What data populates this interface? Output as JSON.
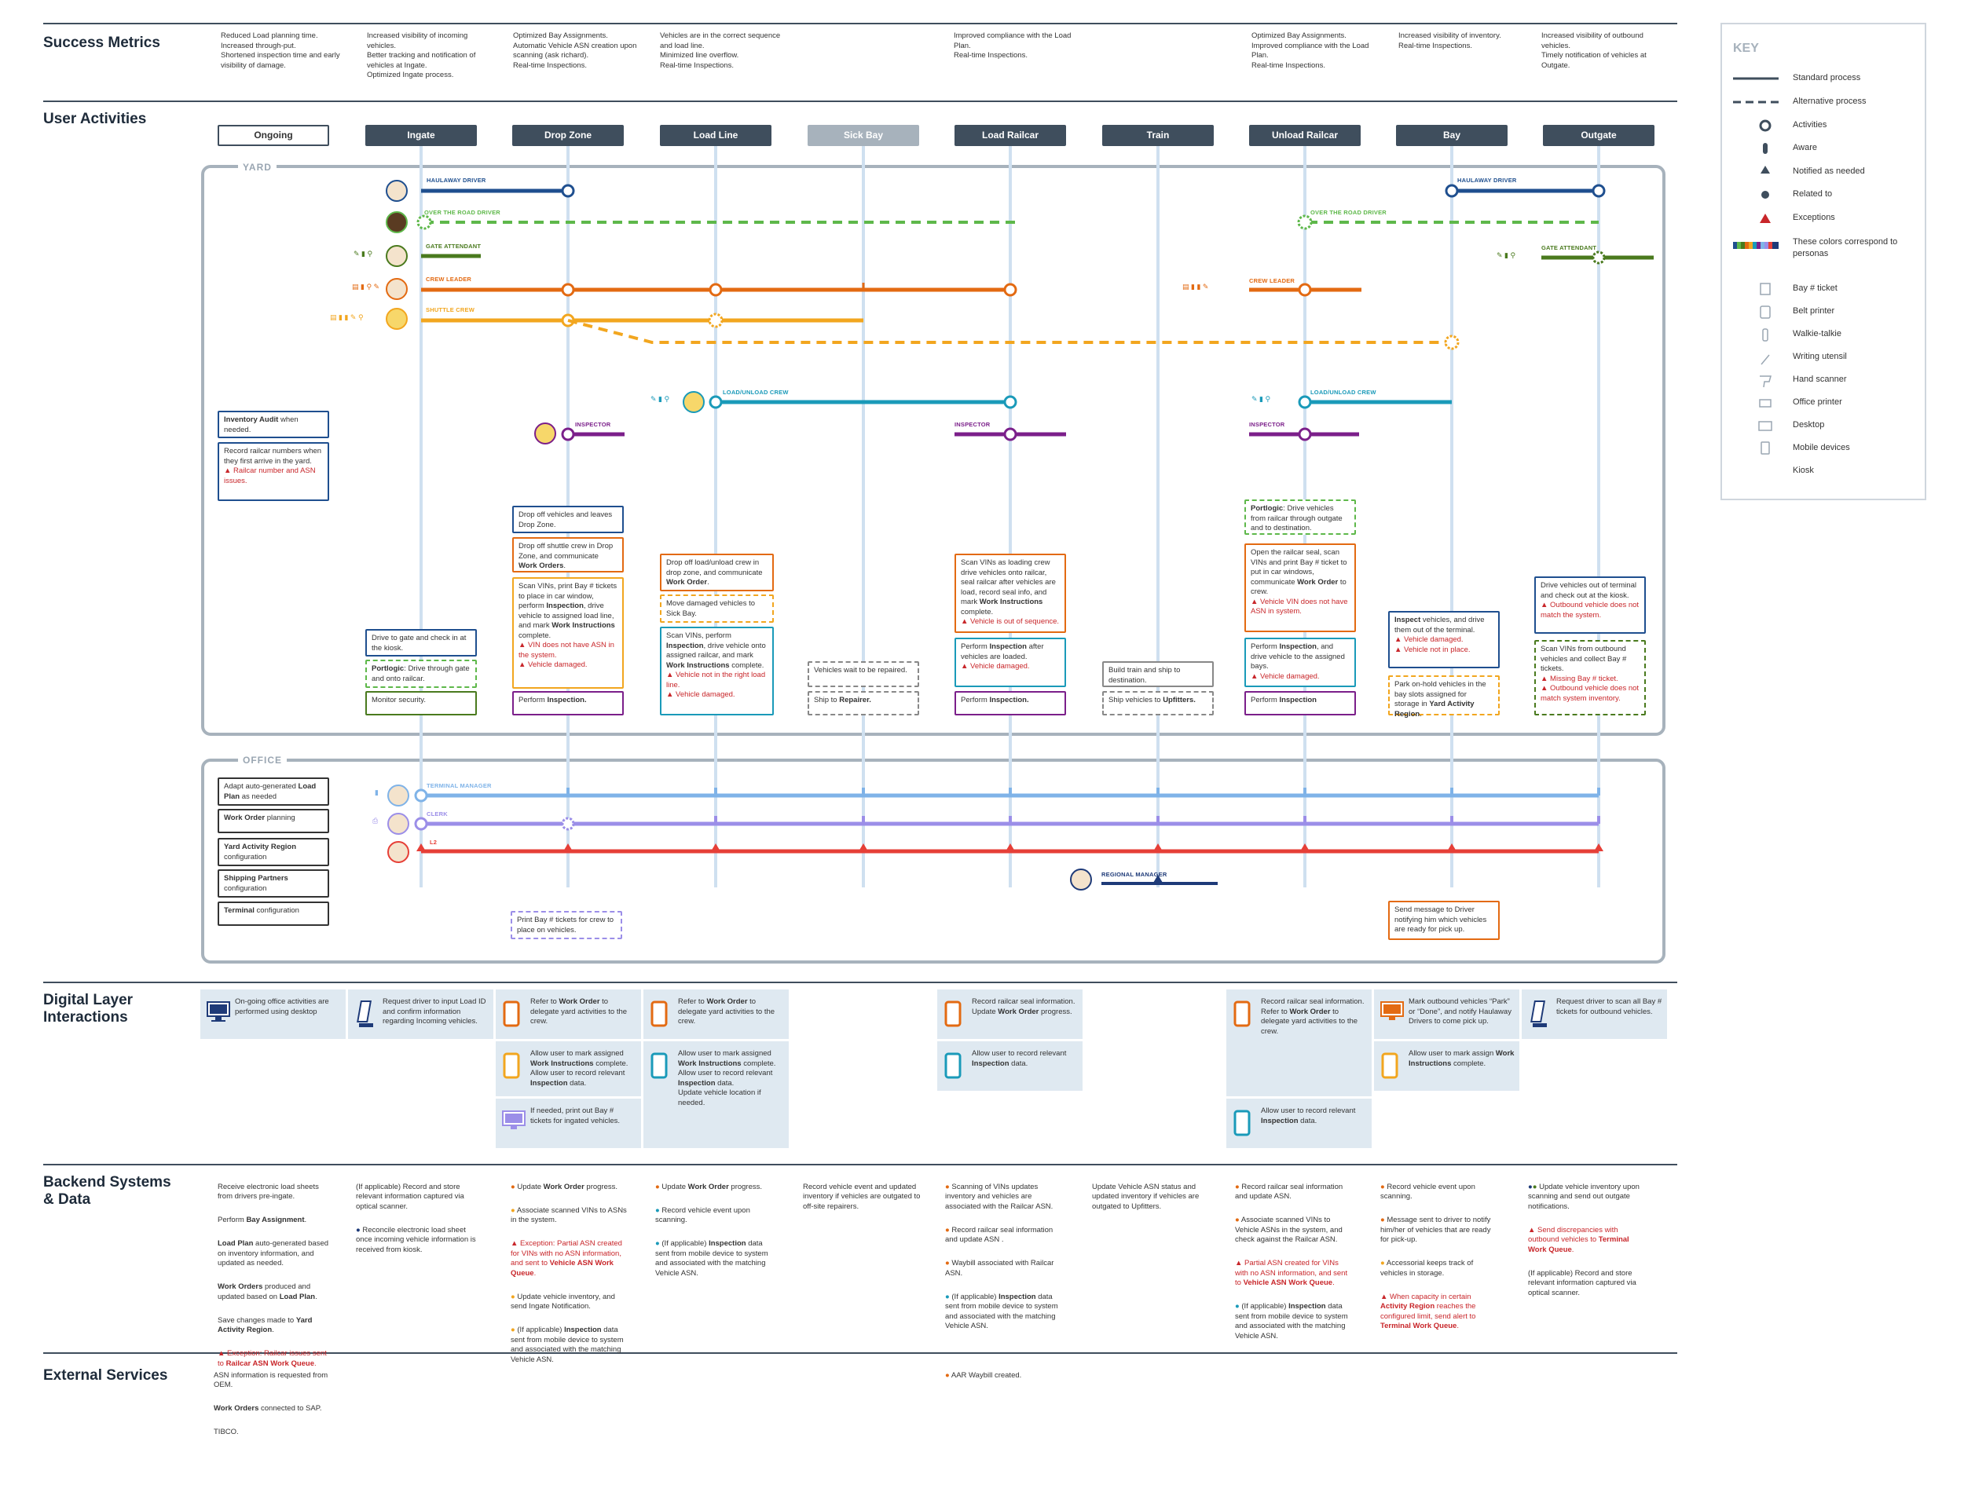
{
  "sections": {
    "success": "Success Metrics",
    "activities": "User Activities",
    "digital": "Digital Layer Interactions",
    "backend": "Backend Systems & Data",
    "external": "External Services"
  },
  "success_metrics": [
    "Reduced Load planning time.\nIncreased through-put.\nShortened inspection time and early visibility of damage.",
    "Increased visibility of incoming vehicles.\nBetter tracking and notification of vehicles at Ingate.\nOptimized Ingate process.",
    "Optimized Bay Assignments.\nAutomatic Vehicle ASN creation upon scanning (ask richard).\nReal-time Inspections.",
    "Vehicles are in the correct sequence and load line.\nMinimized line overflow.\nReal-time Inspections.",
    "Improved compliance with the Load Plan.\nReal-time Inspections.",
    "Optimized Bay Assignments.\nImproved compliance with the Load Plan.\nReal-time Inspections.",
    "Increased visibility of inventory.\nReal-time Inspections.",
    "Increased visibility of outbound vehicles.\nTimely notification of vehicles at Outgate."
  ],
  "stages": [
    "Ongoing",
    "Ingate",
    "Drop Zone",
    "Load Line",
    "Sick Bay",
    "Load Railcar",
    "Train",
    "Unload Railcar",
    "Bay",
    "Outgate"
  ],
  "regions": {
    "yard": "YARD",
    "office": "OFFICE"
  },
  "personas": {
    "haulaway": "HAULAWAY DRIVER",
    "otr": "OVER THE ROAD DRIVER",
    "gate": "GATE ATTENDANT",
    "crew_leader": "CREW LEADER",
    "shuttle": "SHUTTLE CREW",
    "load_unload": "LOAD/UNLOAD CREW",
    "inspector": "INSPECTOR",
    "terminal_manager": "TERMINAL MANAGER",
    "clerk": "CLERK",
    "l2": "L2",
    "regional": "REGIONAL MANAGER"
  },
  "ongoing_boxes": {
    "audit_a": "Inventory Audit",
    "audit_b": " when needed.",
    "record": "Record railcar numbers when they first arrive in the yard.",
    "record_exc": "Railcar number and ASN issues."
  },
  "yard_boxes": {
    "ingate_drive": "Drive to gate and check in at the kiosk.",
    "ingate_portlogic_a": "Portlogic",
    "ingate_portlogic_b": ": Drive through gate and onto railcar.",
    "ingate_monitor": "Monitor security.",
    "dz_1": "Drop off vehicles and leaves Drop Zone.",
    "dz_2_a": "Drop off shuttle crew in Drop Zone, and communicate ",
    "dz_2_b": "Work Orders",
    "dz_2_c": ".",
    "dz_3_a": "Scan VINs, print Bay # tickets to place in car window, perform ",
    "dz_3_b": "Inspection",
    "dz_3_c": ", drive vehicle to assigned load line, and mark ",
    "dz_3_d": "Work Instructions",
    "dz_3_e": " complete.",
    "dz_3_exc1": "VIN does not have ASN in the system.",
    "dz_3_exc2": "Vehicle damaged.",
    "dz_4_a": "Perform ",
    "dz_4_b": "Inspection.",
    "ll_1_a": "Drop off load/unload crew in drop zone, and communicate ",
    "ll_1_b": "Work Order",
    "ll_1_c": ".",
    "ll_2": "Move damaged vehicles to Sick Bay.",
    "ll_3_a": "Scan VINs, perform ",
    "ll_3_b": "Inspection",
    "ll_3_c": ", drive vehicle onto assigned railcar, and mark ",
    "ll_3_d": "Work Instructions",
    "ll_3_e": " complete.",
    "ll_3_exc1": "Vehicle not in the right load line.",
    "ll_3_exc2": "Vehicle damaged.",
    "sb_1": "Vehicles wait to be repaired.",
    "sb_2_a": "Ship to ",
    "sb_2_b": "Repairer.",
    "lr_1_a": "Scan VINs as loading crew drive vehicles onto railcar, seal railcar after vehicles are load, record seal info, and mark ",
    "lr_1_b": "Work Instructions",
    "lr_1_c": " complete.",
    "lr_1_exc": "Vehicle is out of sequence.",
    "lr_2_a": "Perform ",
    "lr_2_b": "Inspection",
    "lr_2_c": " after vehicles are loaded.",
    "lr_2_exc": "Vehicle damaged.",
    "lr_3_a": "Perform ",
    "lr_3_b": "Inspection.",
    "tr_1": "Build train and ship to destination.",
    "tr_2_a": "Ship vehicles to ",
    "tr_2_b": "Upfitters.",
    "ur_1_a": "Portlogic",
    "ur_1_b": ": Drive vehicles from railcar through outgate and to destination.",
    "ur_2_a": "Open the railcar seal, scan VINs and print Bay # ticket to put in car windows, communicate ",
    "ur_2_b": "Work Order",
    "ur_2_c": " to crew.",
    "ur_2_exc": "Vehicle VIN does not have ASN in system.",
    "ur_3_a": "Perform ",
    "ur_3_b": "Inspection",
    "ur_3_c": ", and drive vehicle to the assigned bays.",
    "ur_3_exc": "Vehicle damaged.",
    "ur_4_a": "Perform ",
    "ur_4_b": "Inspection",
    "bay_1_a": "Inspect",
    "bay_1_b": " vehicles, and drive them out of the terminal.",
    "bay_1_exc1": "Vehicle damaged.",
    "bay_1_exc2": "Vehicle not in place.",
    "bay_2_a": "Park on-hold vehicles in the bay slots assigned for storage in ",
    "bay_2_b": "Yard Activity Region",
    "bay_2_c": ".",
    "og_1": "Drive vehicles out of terminal and check out at the kiosk.",
    "og_1_exc": "Outbound vehicle does not match the system.",
    "og_2": "Scan VINs from outbound vehicles and collect Bay # tickets.",
    "og_2_exc1": "Missing Bay # ticket.",
    "og_2_exc2": "Outbound vehicle does not match system inventory."
  },
  "office_boxes": {
    "o1_a": "Adapt auto-generated ",
    "o1_b": "Load Plan",
    "o1_c": " as needed",
    "o2_a": "Work Order",
    "o2_b": " planning",
    "o3_a": "Yard Activity Region",
    "o3_b": " configuration",
    "o4_a": "Shipping Partners",
    "o4_b": " configuration",
    "o5_a": "Terminal",
    "o5_b": " configuration",
    "print": "Print Bay # tickets for crew to place on vehicles.",
    "send": "Send message to Driver notifying him which vehicles are ready for pick up."
  },
  "digital": {
    "d1": "On-going office activities are performed using desktop",
    "d2": "Request driver to input Load ID and confirm information regarding Incoming vehicles.",
    "d3a_a": "Refer to ",
    "d3a_b": "Work Order",
    "d3a_c": " to delegate yard activities to the crew.",
    "d3b_a": "Allow user to mark assigned ",
    "d3b_b": "Work Instructions",
    "d3b_c": " complete.",
    "d3b_d": "Allow user to record relevant ",
    "d3b_e": "Inspection",
    "d3b_f": " data.",
    "d3c": "If needed, print out Bay # tickets for ingated vehicles.",
    "d4a_a": "Refer to ",
    "d4a_b": "Work Order",
    "d4a_c": " to delegate yard activities to the crew.",
    "d4b_a": "Allow user to mark assigned ",
    "d4b_b": "Work Instructions",
    "d4b_c": " complete.",
    "d4b_d": "Allow user to record relevant ",
    "d4b_e": "Inspection",
    "d4b_f": " data.",
    "d4b_g": "Update vehicle location if needed.",
    "d5a_a": "Record railcar seal information.",
    "d5a_b": "Update ",
    "d5a_c": "Work Order",
    "d5a_d": " progress.",
    "d5b_a": "Allow user to record relevant ",
    "d5b_b": "Inspection",
    "d5b_c": " data.",
    "d6a_a": "Record railcar seal information.",
    "d6a_b": "Refer to ",
    "d6a_c": "Work Order",
    "d6a_d": " to delegate yard activities to the crew.",
    "d6b_a": "Allow user to record relevant ",
    "d6b_b": "Inspection",
    "d6b_c": " data.",
    "d7a": "Mark outbound vehicles “Park” or “Done”, and notify Haulaway Drivers to come pick up.",
    "d7b_a": "Allow user to mark assign ",
    "d7b_b": "Work Instructions",
    "d7b_c": " complete.",
    "d8": "Request driver to scan all Bay # tickets for outbound vehicles."
  },
  "backend": {
    "b1_1": "Receive electronic load sheets from drivers pre-ingate.",
    "b1_2_a": "Perform ",
    "b1_2_b": "Bay Assignment",
    ".": ".",
    "b1_3_a": "Load Plan",
    "b1_3_b": " auto-generated based on inventory information, and updated as needed.",
    "b1_4_a": "Work Orders",
    "b1_4_b": " produced and updated based on ",
    "b1_4_c": "Load Plan",
    "b1_5_a": "Save changes made to ",
    "b1_5_b": "Yard Activity Region",
    "b1_6_a": "Exception: Railcar issues sent to ",
    "b1_6_b": "Railcar ASN Work Queue",
    "b2_1": "(If applicable) Record and store relevant information captured via optical scanner.",
    "b2_2": "Reconcile electronic load sheet once incoming vehicle information is received from kiosk.",
    "b3_1_a": "Update ",
    "b3_1_b": "Work Order",
    "b3_1_c": " progress.",
    "b3_2": "Associate scanned VINs to ASNs in the system.",
    "b3_3_a": "Exception: Partial ASN created for VINs with no ASN information, and sent to ",
    "b3_3_b": "Vehicle ASN Work Queue",
    "b3_4": "Update vehicle inventory, and send Ingate Notification.",
    "b3_5_a": "(If applicable) ",
    "b3_5_b": "Inspection",
    "b3_5_c": " data sent from mobile device to system and associated with the matching Vehicle ASN.",
    "b4_1_a": "Update ",
    "b4_1_b": "Work Order",
    "b4_1_c": " progress.",
    "b4_2": "Record vehicle event upon scanning.",
    "b4_3_a": "(If applicable) ",
    "b4_3_b": "Inspection",
    "b4_3_c": " data sent from mobile device to system and associated with the matching Vehicle ASN.",
    "b5_1": "Record vehicle event and updated inventory if vehicles are outgated to off-site repairers.",
    "b6_1": "Scanning of VINs updates inventory and vehicles are associated with the Railcar ASN.",
    "b6_2": "Record railcar seal information and update ASN .",
    "b6_3": "Waybill associated with Railcar ASN.",
    "b6_4_a": "(If applicable) ",
    "b6_4_b": "Inspection",
    "b6_4_c": " data sent from mobile device to system and associated with the matching Vehicle ASN.",
    "b7_1": "Update Vehicle ASN status and updated inventory if vehicles are outgated to Upfitters.",
    "b8_1": "Record railcar seal information and update ASN.",
    "b8_2": "Associate scanned VINs to Vehicle ASNs in the system, and check against the Railcar ASN.",
    "b8_3_a": "Partial ASN created for VINs with no ASN information, and sent to ",
    "b8_3_b": "Vehicle ASN Work Queue",
    "b8_4_a": "(If applicable) ",
    "b8_4_b": "Inspection",
    "b8_4_c": " data sent from mobile device to system and associated with the matching Vehicle ASN.",
    "b9_1": "Record vehicle event upon scanning.",
    "b9_2": "Message sent to driver to notify him/her of vehicles that are ready for pick-up.",
    "b9_3": "Accessorial keeps track of vehicles in storage.",
    "b9_4_a": "When capacity in certain ",
    "b9_4_b": "Activity Region",
    "b9_4_c": " reaches the configured limit, send alert to ",
    "b9_4_d": "Terminal Work Queue",
    "b10_1": "Update vehicle inventory upon scanning and send out outgate notifications.",
    "b10_2_a": "Send discrepancies with outbound vehicles to ",
    "b10_2_b": "Terminal Work Queue",
    "b10_3": "(If applicable) Record and store relevant information captured via optical scanner."
  },
  "external": {
    "e1": "ASN information is requested from OEM.",
    "e2_a": "Work Orders",
    "e2_b": " connected to SAP.",
    "e3": "TIBCO.",
    "e4": "AAR Waybill created."
  },
  "key": {
    "title": "KEY",
    "items": [
      "Standard process",
      "Alternative process",
      "Activities",
      "Aware",
      "Notified as needed",
      "Related to",
      "Exceptions",
      "These colors correspond to personas",
      "Bay # ticket",
      "Belt printer",
      "Walkie-talkie",
      "Writing utensil",
      "Hand scanner",
      "Office printer",
      "Desktop",
      "Mobile devices",
      "Kiosk"
    ]
  },
  "colors": {
    "dark_blue": "#1f4f8f",
    "green_dash": "#5eb84a",
    "dark_green": "#4a7a1e",
    "orange": "#e36a12",
    "yellow": "#f2a61f",
    "teal": "#1a9ab9",
    "purple": "#7b1f8a",
    "light_blue": "#7fb3e8",
    "lavender": "#9b8ee8",
    "red": "#e63f37",
    "navy": "#1e3a78",
    "lane": "#cfe0f0",
    "region": "#a7b2bc",
    "stage": "#3f4e5d"
  }
}
